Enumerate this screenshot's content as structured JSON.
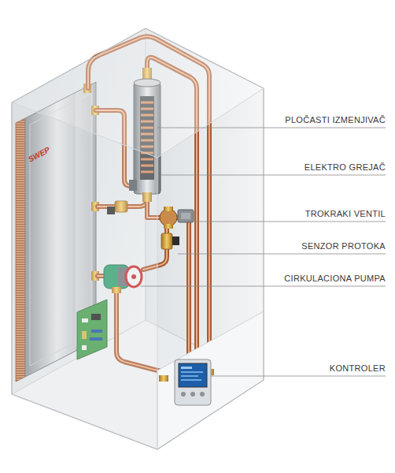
{
  "diagram": {
    "labels": [
      "PLOČASTI IZMENJIVAČ",
      "ELEKTRO GREJAČ",
      "TROKRAKI VENTIL",
      "SENZOR PROTOKA",
      "CIRKULACIONA PUMPA",
      "KONTROLER",
      "SWEP"
    ]
  }
}
